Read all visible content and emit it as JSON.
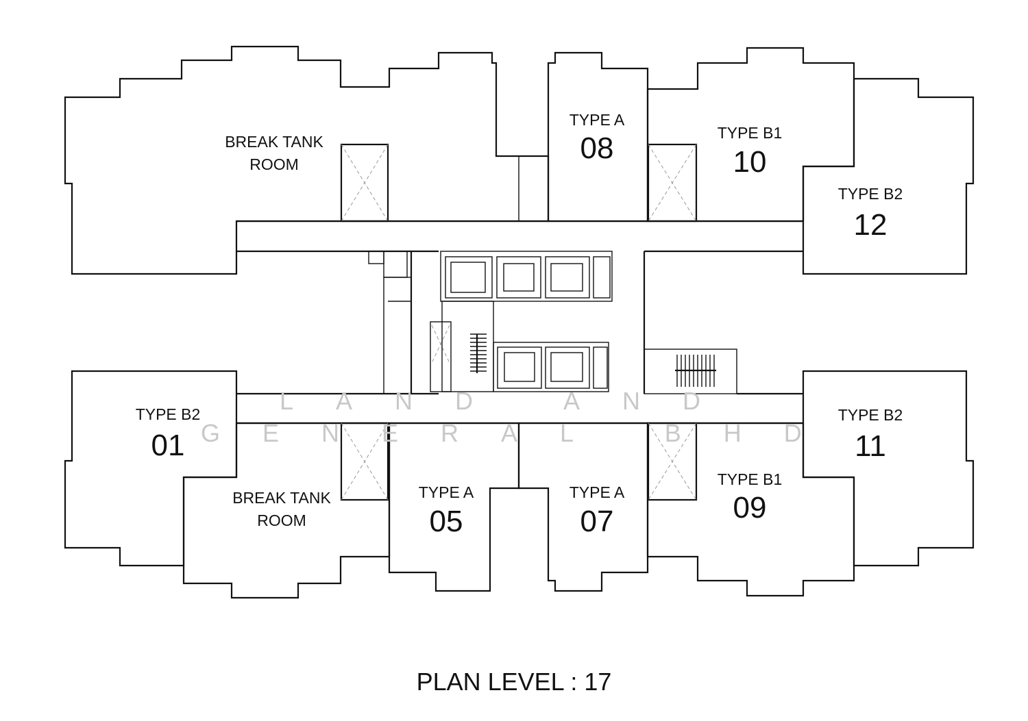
{
  "plan_title": "PLAN LEVEL : 17",
  "watermark": {
    "line1": "LAND AND",
    "line2": "GENERAL BHD"
  },
  "units": {
    "u08": {
      "type": "TYPE A",
      "number": "08"
    },
    "u10": {
      "type": "TYPE B1",
      "number": "10"
    },
    "u12": {
      "type": "TYPE B2",
      "number": "12"
    },
    "u01": {
      "type": "TYPE B2",
      "number": "01"
    },
    "u05": {
      "type": "TYPE A",
      "number": "05"
    },
    "u07": {
      "type": "TYPE A",
      "number": "07"
    },
    "u09": {
      "type": "TYPE B1",
      "number": "09"
    },
    "u11": {
      "type": "TYPE B2",
      "number": "11"
    }
  },
  "rooms": {
    "top_break_tank": {
      "line1": "BREAK TANK",
      "line2": "ROOM"
    },
    "bottom_break_tank": {
      "line1": "BREAK TANK",
      "line2": "ROOM"
    }
  },
  "colors": {
    "line": "#111111",
    "watermark": "#c8c8c8"
  }
}
